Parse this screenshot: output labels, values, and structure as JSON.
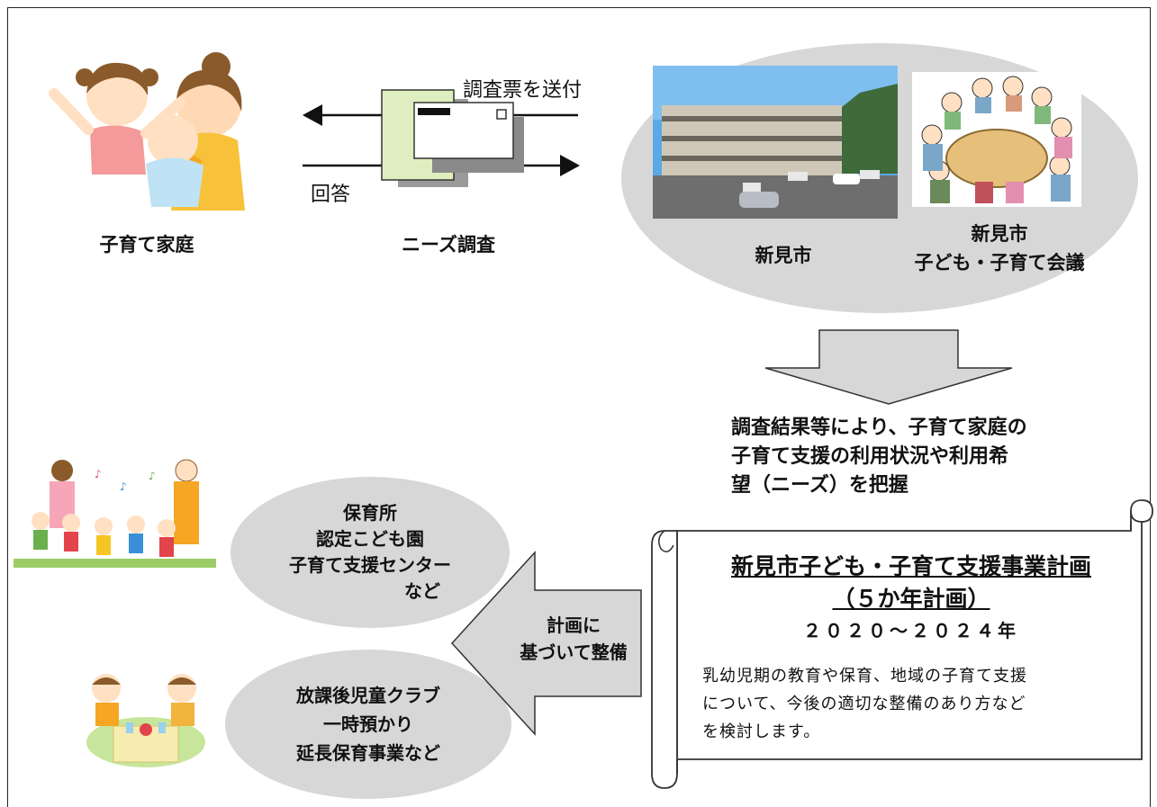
{
  "family": {
    "label": "子育て家庭"
  },
  "survey": {
    "label": "ニーズ調査",
    "send_label": "調査票を送付",
    "reply_label": "回答"
  },
  "city": {
    "label": "新見市",
    "council_line1": "新見市",
    "council_line2": "子ども・子育て会議"
  },
  "result": {
    "line1": "調査結果等により、子育て家庭の",
    "line2": "子育て支援の利用状況や利用希",
    "line3": "望（ニーズ）を把握"
  },
  "facilities1": {
    "line1": "保育所",
    "line2": "認定こども園",
    "line3": "子育て支援センター",
    "line4": "など"
  },
  "facilities2": {
    "line1": "放課後児童クラブ",
    "line2": "一時預かり",
    "line3": "延長保育事業など"
  },
  "arrow_left": {
    "line1": "計画に",
    "line2": "基づいて整備"
  },
  "plan": {
    "title": "新見市子ども・子育て支援事業計画",
    "subtitle": "（５か年計画）",
    "years": "２０２０～２０２４年",
    "desc_line1": "乳幼児期の教育や保育、地域の子育て支援",
    "desc_line2": "について、今後の適切な整備のあり方など",
    "desc_line3": "を検討します。"
  },
  "colors": {
    "ellipse": "#d7d7d7",
    "arrow_fill": "#d7d7d7",
    "scroll_fill": "#efefef",
    "envelope_green": "#dfeec0",
    "envelope_shadow": "#8a8a8a"
  }
}
